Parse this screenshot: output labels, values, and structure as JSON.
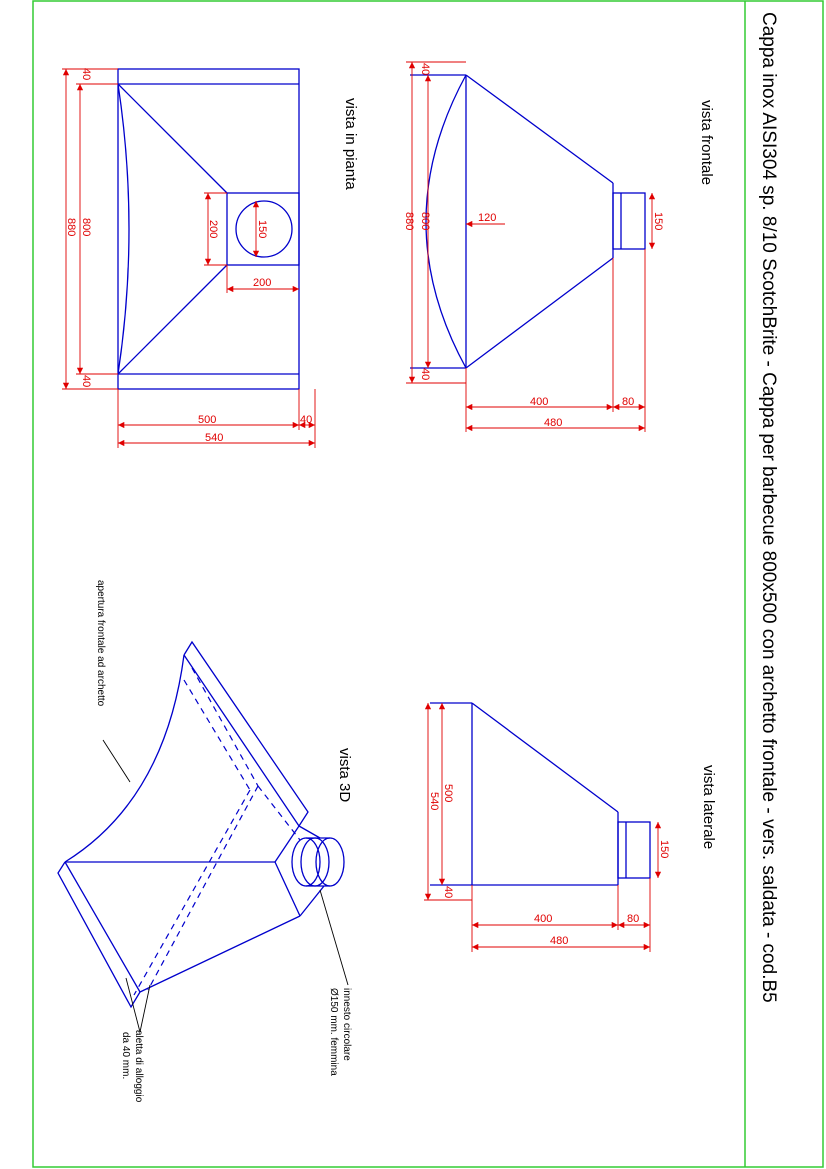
{
  "title": "Cappa inox AISI304 sp. 8/10 ScotchBrite - Cappa per barbecue 800x500 con archetto frontale - vers. saldata - cod.B5",
  "border_color": "#33cc33",
  "line_color": "#0000cc",
  "dimension_color": "#e00000",
  "views": {
    "frontale": {
      "label": "vista frontale",
      "dims": {
        "d40_top": "40",
        "d800": "800",
        "d880": "880",
        "d40_bot": "40",
        "d120": "120",
        "d150": "150",
        "d400": "400",
        "d80": "80",
        "d480": "480"
      }
    },
    "pianta": {
      "label": "vista in pianta",
      "dims": {
        "d40_top": "40",
        "d800": "800",
        "d880": "880",
        "d40_bot": "40",
        "d200_v": "200",
        "d150": "150",
        "d200_h": "200",
        "d500": "500",
        "d40_h": "40",
        "d540": "540"
      }
    },
    "laterale": {
      "label": "vista laterale",
      "dims": {
        "d500": "500",
        "d540": "540",
        "d40": "40",
        "d150": "150",
        "d400": "400",
        "d80": "80",
        "d480": "480"
      }
    },
    "vista3d": {
      "label": "vista 3D",
      "notes": {
        "apertura": "apertura frontale ad archetto",
        "innesto_1": "innesto circolare",
        "innesto_2": "Ø150 mm. femmina",
        "aletta_1": "aletta di alloggio",
        "aletta_2": "da 40 mm."
      }
    }
  }
}
